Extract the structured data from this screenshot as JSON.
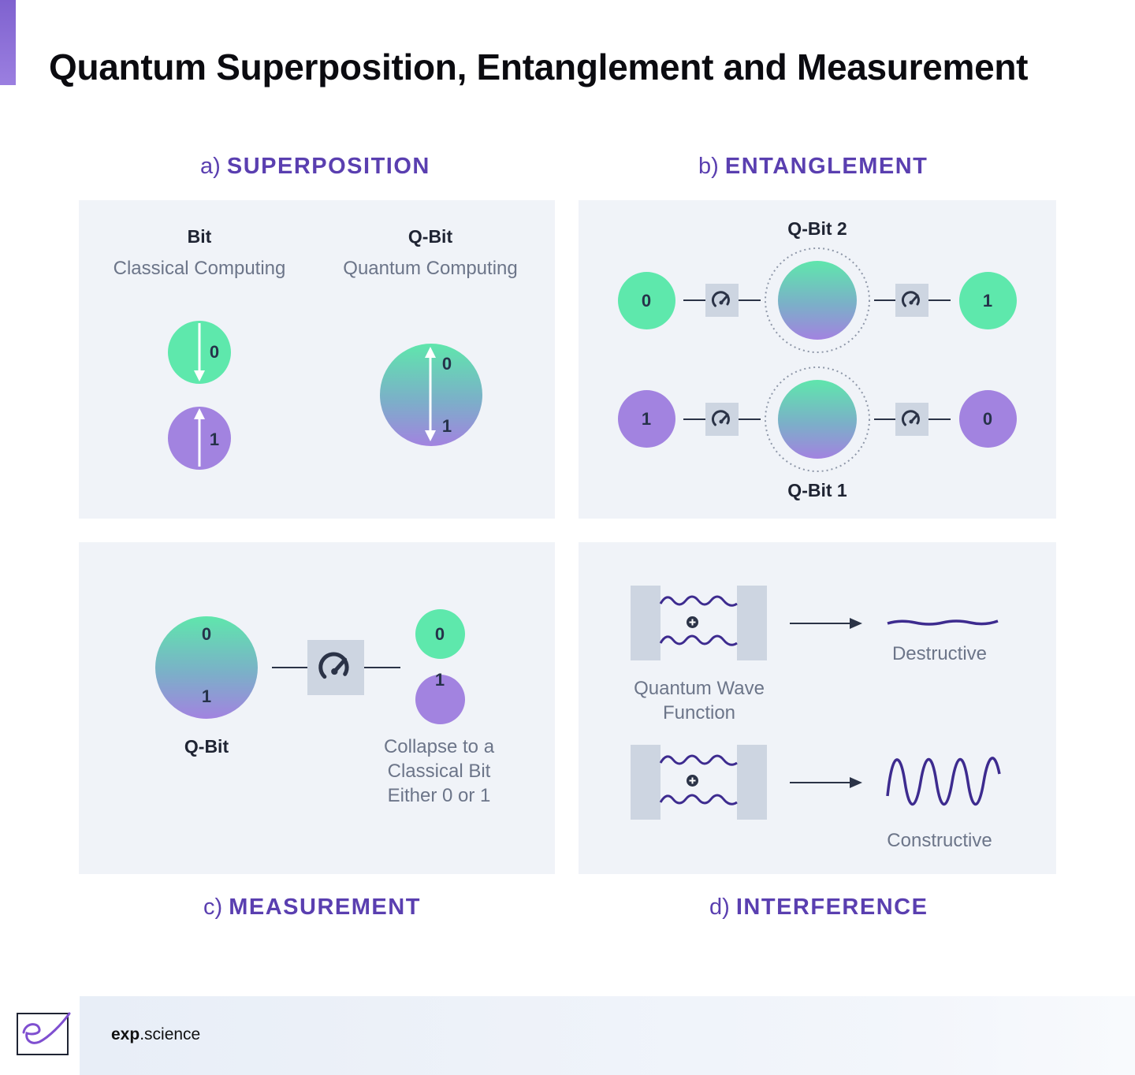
{
  "title": "Quantum Superposition, Entanglement and Measurement",
  "colors": {
    "accent": "#5a3fb0",
    "green": "#5ee8ac",
    "purple": "#a283e0",
    "panel": "#f0f3f8",
    "wave": "#3d2b8f"
  },
  "sections": {
    "a": {
      "prefix": "a)",
      "name": "SUPERPOSITION"
    },
    "b": {
      "prefix": "b)",
      "name": "ENTANGLEMENT"
    },
    "c": {
      "prefix": "c)",
      "name": "MEASUREMENT"
    },
    "d": {
      "prefix": "d)",
      "name": "INTERFERENCE"
    }
  },
  "superposition": {
    "bit_title": "Bit",
    "bit_sub": "Classical Computing",
    "qbit_title": "Q-Bit",
    "qbit_sub": "Quantum Computing",
    "zero": "0",
    "one": "1"
  },
  "entanglement": {
    "qbit2": "Q-Bit 2",
    "qbit1": "Q-Bit 1",
    "top_left": "0",
    "top_right": "1",
    "bottom_left": "1",
    "bottom_right": "0",
    "meter_icon": "gauge-icon"
  },
  "measurement": {
    "qbit_label": "Q-Bit",
    "zero": "0",
    "one": "1",
    "result_zero": "0",
    "result_one": "1",
    "collapse_text": "Collapse to a Classical Bit Either 0 or 1",
    "meter_icon": "gauge-icon"
  },
  "interference": {
    "wave_function": "Quantum Wave Function",
    "destructive": "Destructive",
    "constructive": "Constructive",
    "plus_icon": "plus-icon",
    "arrow_icon": "arrow-right-icon"
  },
  "footer": {
    "brand_bold": "exp",
    "brand_rest": ".science",
    "logo_icon": "exp-logo-icon"
  }
}
